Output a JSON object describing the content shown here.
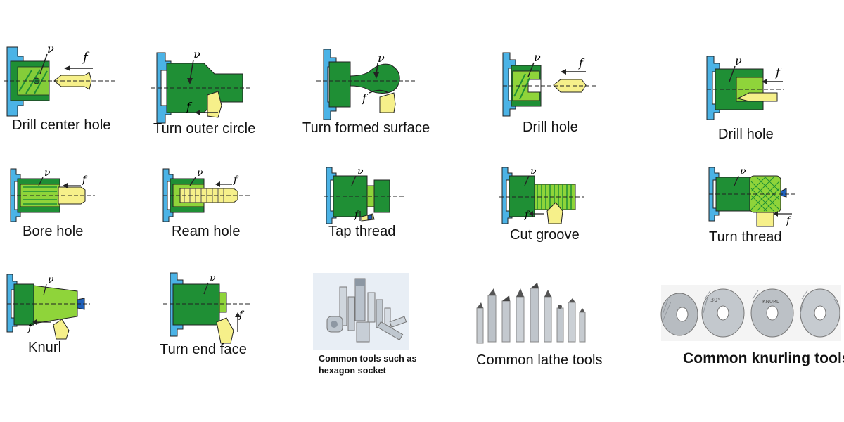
{
  "colors": {
    "chuck": "#4bb3e6",
    "workpiece": "#1f8f35",
    "workpiece_light": "#8fd43a",
    "tool": "#f6f08a",
    "tool_edge": "#3a3a3a",
    "insert": "#1e5fb8"
  },
  "symbols": {
    "speed": "v",
    "feed": "f"
  },
  "row1": [
    {
      "label": "Drill center hole"
    },
    {
      "label": "Turn outer circle"
    },
    {
      "label": "Turn formed surface"
    },
    {
      "label": "Drill hole"
    },
    {
      "label": "Drill hole"
    }
  ],
  "row2": [
    {
      "label": "Bore hole"
    },
    {
      "label": "Ream hole"
    },
    {
      "label": "Tap thread"
    },
    {
      "label": "Cut groove"
    },
    {
      "label": "Turn thread"
    }
  ],
  "row3": [
    {
      "label": "Knurl"
    },
    {
      "label": "Turn end face"
    }
  ],
  "photos": {
    "sockets_caption": "Common tools such as hexagon socket",
    "lathe_caption": "Common lathe tools",
    "knurling_caption": "Common knurling tools",
    "knurl_markings": [
      "30°",
      "KNURL"
    ]
  }
}
